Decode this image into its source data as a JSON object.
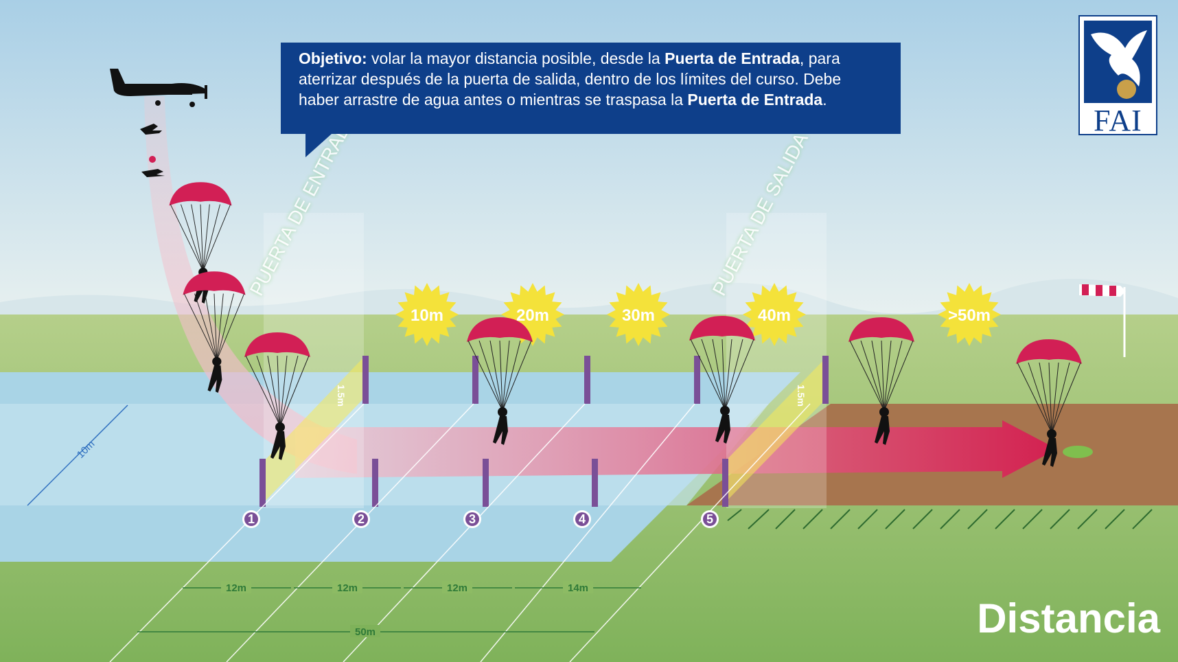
{
  "callout": {
    "lead": "Objetivo:",
    "text1": " volar la mayor distancia posible, desde la ",
    "gate_in_1": "Puerta de Entrada",
    "text2": ", para aterrizar después de la puerta de salida, dentro de los límites del curso. Debe haber arrastre de agua antes o mientras se traspasa la ",
    "gate_in_2": "Puerta de Entrada",
    "text3": "."
  },
  "logo": {
    "text": "FAI"
  },
  "title": "Distancia",
  "gates": {
    "entry": "PUERTA DE ENTRADA",
    "exit": "PUERTA DE SALIDA"
  },
  "gate_height": "1.5m",
  "course_width": "10m",
  "distance_badges": [
    "10m",
    "20m",
    "30m",
    "40m",
    ">50m"
  ],
  "markers": [
    "1",
    "2",
    "3",
    "4",
    "5"
  ],
  "segments": [
    "12m",
    "12m",
    "12m",
    "14m"
  ],
  "total": "50m",
  "colors": {
    "callout": "#0e3f8a",
    "canopy": "#d21f55",
    "water": "#a9d4e6",
    "grass": "#8dbb64",
    "landing": "#a7754e",
    "star": "#f4e23a"
  }
}
